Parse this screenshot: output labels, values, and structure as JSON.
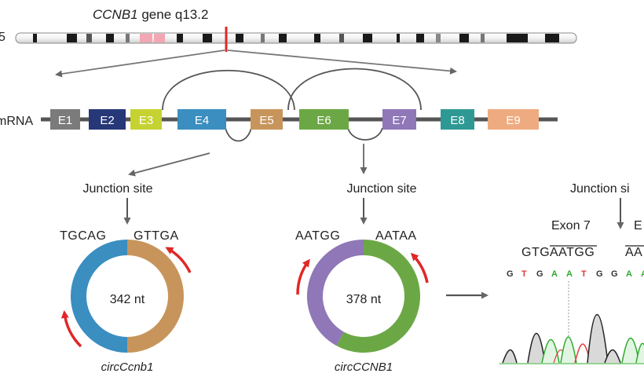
{
  "colors": {
    "E1": "#7b7b7b",
    "E2": "#263878",
    "E3": "#c6d232",
    "E4": "#3a8ec0",
    "E5": "#c7955c",
    "E6": "#6ba845",
    "E7": "#8f77b8",
    "E8": "#2e9994",
    "E9": "#efab80",
    "arrow_red": "#e02727",
    "chromosome_mark": "#e02727",
    "base_A": "#2eaa2e",
    "base_G": "#333333",
    "base_T": "#e23a3a"
  },
  "chromosome": {
    "gene_italic": "CCNB1",
    "locus_text": " gene q13.2",
    "partial_label": "5"
  },
  "mrna": {
    "partial_label": "mRNA",
    "exons": [
      "E1",
      "E2",
      "E3",
      "E4",
      "E5",
      "E6",
      "E7",
      "E8",
      "E9"
    ]
  },
  "left_circ": {
    "junction_label": "Junction site",
    "seq_left": "TGCAG",
    "seq_right": "GTTGA",
    "length": "342 nt",
    "name": "circCcnb1",
    "segments": [
      {
        "exon": "E4",
        "fraction": 0.5
      },
      {
        "exon": "E5",
        "fraction": 0.5
      }
    ]
  },
  "right_circ": {
    "junction_label": "Junction site",
    "seq_left": "AATGG",
    "seq_right": "AATAA",
    "length": "378 nt",
    "name": "circCCNB1",
    "segments": [
      {
        "exon": "E6",
        "fraction": 0.58
      },
      {
        "exon": "E7",
        "fraction": 0.42
      }
    ]
  },
  "sanger": {
    "junction_label": "Junction si",
    "exon_left_label": "Exon 7",
    "exon_right_label": "E",
    "seq_prefix": "GTG",
    "seq_left": "AATGG",
    "seq_right": "AA",
    "bases": [
      "G",
      "T",
      "G",
      "A",
      "A",
      "T",
      "G",
      "G",
      "A",
      "A"
    ]
  }
}
